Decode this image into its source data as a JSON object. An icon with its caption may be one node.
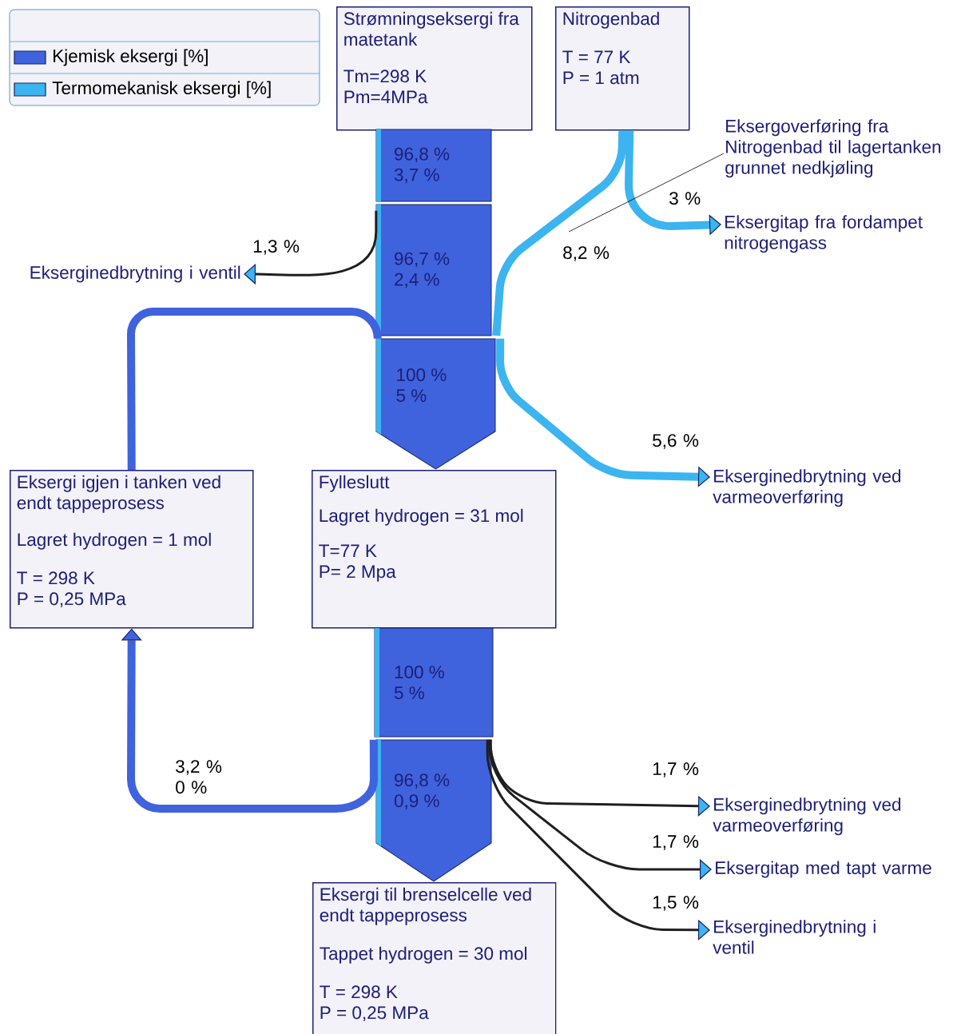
{
  "diagram": {
    "nodes": [
      {
        "text": [
          "Strømningseksergi fra matetank",
          "Tm=298 K",
          "Pm=4MPa"
        ]
      },
      {
        "text": [
          "Nitrogenbad",
          "T = 77 K",
          "P = 1 atm"
        ]
      },
      {
        "text": [
          "Eksergoverføring fra Nitrogenbad til lagertanken grunnet nedkjøling"
        ]
      },
      {
        "text": [
          "Eksergitap fra fordampet nitrogengass"
        ]
      },
      {
        "text": [
          "96,8 %",
          "3,7 %"
        ]
      },
      {
        "text": [
          "96,7 %",
          "2,4 %"
        ]
      },
      {
        "text": [
          "Ekserginedbrytning i ventil"
        ]
      },
      {
        "text": [
          "100 %",
          "5 %"
        ]
      },
      {
        "text": [
          "Eksergi igjen i tanken ved endt tappeprosess",
          "Lagret hydrogen = 1 mol",
          "T = 298 K",
          "P = 0,25 MPa"
        ]
      },
      {
        "text": [
          "Fylleslutt",
          "Lagret hydrogen = 31 mol",
          "T=77 K",
          "P= 2 Mpa"
        ]
      },
      {
        "text": [
          "Ekserginedbrytning ved varmeoverføring"
        ]
      },
      {
        "text": [
          "100 %",
          "5 %"
        ]
      },
      {
        "text": [
          "96,8 %",
          "0,9 %"
        ]
      },
      {
        "text": [
          "Eksergi til brenselcelle ved endt tappeprosess",
          "Tappet hydrogen = 30 mol",
          "T = 298 K",
          "P = 0,25 MPa"
        ]
      },
      {
        "text": [
          "Ekserginedbrytning ved varmeoverføring"
        ]
      },
      {
        "text": [
          "Eksergitap med tapt varme"
        ]
      },
      {
        "text": [
          "Ekserginedbrytning i ventil"
        ]
      }
    ],
    "edges": [
      {
        "from": 5,
        "to": 6,
        "arrow": "to",
        "label": "1,3 %"
      },
      {
        "from": 1,
        "to": 5,
        "arrow": "none",
        "label": "8,2 %",
        "style": "thick",
        "color": "#3cb4f0"
      },
      {
        "from": 1,
        "to": 3,
        "arrow": "to",
        "label": "3 %",
        "style": "thick",
        "color": "#3cb4f0"
      },
      {
        "from": 8,
        "to": 7,
        "arrow": "none",
        "style": "thick",
        "color": "#3f63dd"
      },
      {
        "from": 7,
        "to": 10,
        "arrow": "to",
        "label": "5,6 %",
        "style": "thick",
        "color": "#3cb4f0"
      },
      {
        "from": 12,
        "to": 8,
        "arrow": "to",
        "label": "3,2 % 0 %",
        "style": "thick",
        "color": "#3f63dd"
      },
      {
        "from": 12,
        "to": 14,
        "arrow": "to",
        "label": "1,7 %"
      },
      {
        "from": 12,
        "to": 15,
        "arrow": "to",
        "label": "1,7 %"
      },
      {
        "from": 12,
        "to": 16,
        "arrow": "to",
        "label": "1,5 %"
      },
      {
        "from": 2,
        "to": null,
        "arrow": "none"
      }
    ],
    "legend": [
      {
        "text": "Kjemisk eksergi [%]",
        "color": "#3f63dd"
      },
      {
        "text": "Termomekanisk eksergi [%]",
        "color": "#3cb4f0"
      }
    ]
  }
}
